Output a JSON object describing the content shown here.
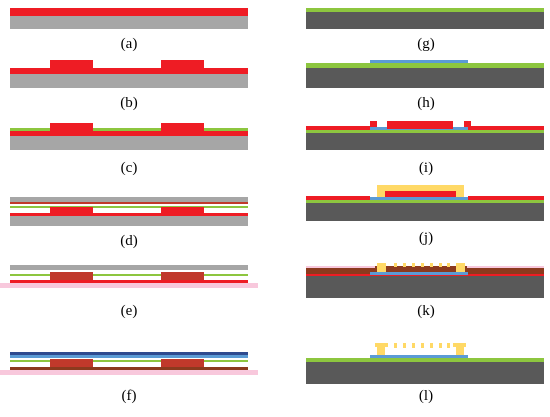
{
  "colors": {
    "substrate_gray": "#a6a6a6",
    "substrate_dark": "#595959",
    "red": "#ee1c24",
    "dark_red": "#c0392b",
    "brown": "#8b3a1e",
    "green": "#8dc63f",
    "blue": "#5b9bd5",
    "navy": "#2e4a8f",
    "gold": "#ffd966",
    "pink": "#f8c8dc",
    "white": "#ffffff"
  },
  "panels": [
    {
      "id": "a",
      "label": "(a)"
    },
    {
      "id": "b",
      "label": "(b)"
    },
    {
      "id": "c",
      "label": "(c)"
    },
    {
      "id": "d",
      "label": "(d)"
    },
    {
      "id": "e",
      "label": "(e)"
    },
    {
      "id": "f",
      "label": "(f)"
    },
    {
      "id": "g",
      "label": "(g)"
    },
    {
      "id": "h",
      "label": "(h)"
    },
    {
      "id": "i",
      "label": "(i)"
    },
    {
      "id": "j",
      "label": "(j)"
    },
    {
      "id": "k",
      "label": "(k)"
    },
    {
      "id": "l",
      "label": "(l)"
    }
  ]
}
